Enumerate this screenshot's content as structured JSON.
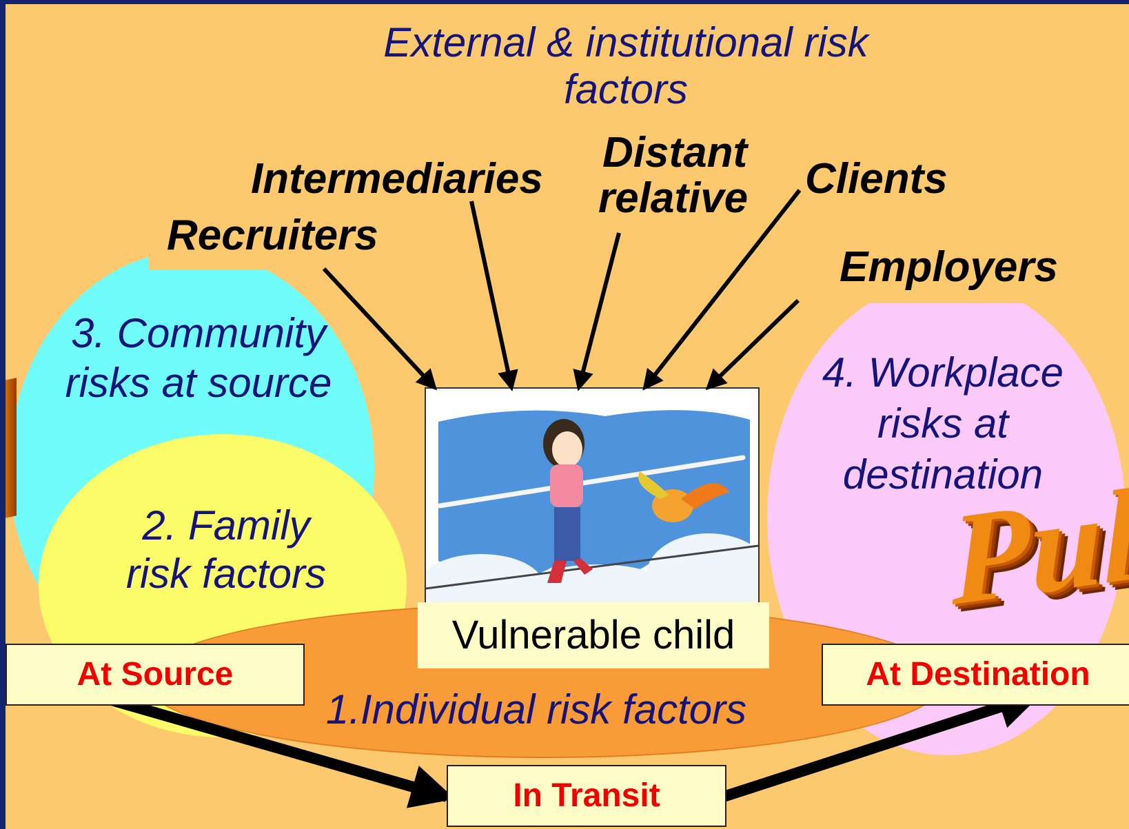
{
  "title": {
    "line1": "External & institutional risk",
    "line2": "factors"
  },
  "actors": {
    "intermediaries": "Intermediaries",
    "distant_relative_1": "Distant",
    "distant_relative_2": "relative",
    "clients": "Clients",
    "recruiters": "Recruiters",
    "employers": "Employers"
  },
  "zones": {
    "community_1": "3. Community",
    "community_2": "risks at source",
    "family_1": "2. Family",
    "family_2": "risk factors",
    "workplace_1": "4. Workplace",
    "workplace_2": "risks at",
    "workplace_3": "destination",
    "individual": "1.Individual risk factors"
  },
  "center_label": "Vulnerable child",
  "stages": {
    "source": "At Source",
    "transit": "In Transit",
    "destination": "At Destination"
  },
  "wordart": "Pull",
  "colors": {
    "background": "#fcc96f",
    "frame": "#14246e",
    "community": "#6ffcfb",
    "family": "#fcfc68",
    "workplace": "#fccaf9",
    "individual": "#f99b37",
    "stage_text": "#f20000",
    "zone_text": "#14147a"
  }
}
